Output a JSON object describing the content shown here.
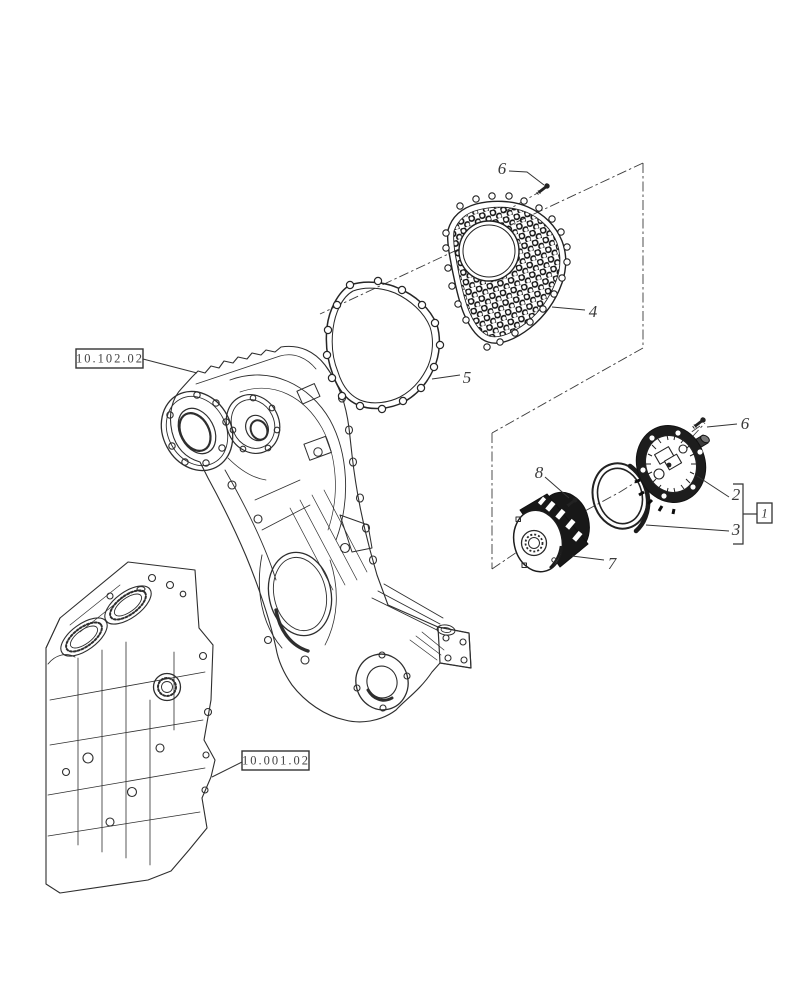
{
  "page": {
    "background": "#ffffff",
    "ink": "#2b2b2b"
  },
  "diagram": {
    "type": "exploded-parts-diagram",
    "ref_boxes": [
      {
        "code": "10.102.02"
      },
      {
        "code": "10.001.02"
      }
    ],
    "labels": {
      "screw_top": "6",
      "screw_right": "6",
      "cover_grille": "4",
      "gasket": "5",
      "damper": "7",
      "plug_screw": "8",
      "pump_cover": "2",
      "o_ring": "3",
      "assembly_group": "1"
    }
  }
}
